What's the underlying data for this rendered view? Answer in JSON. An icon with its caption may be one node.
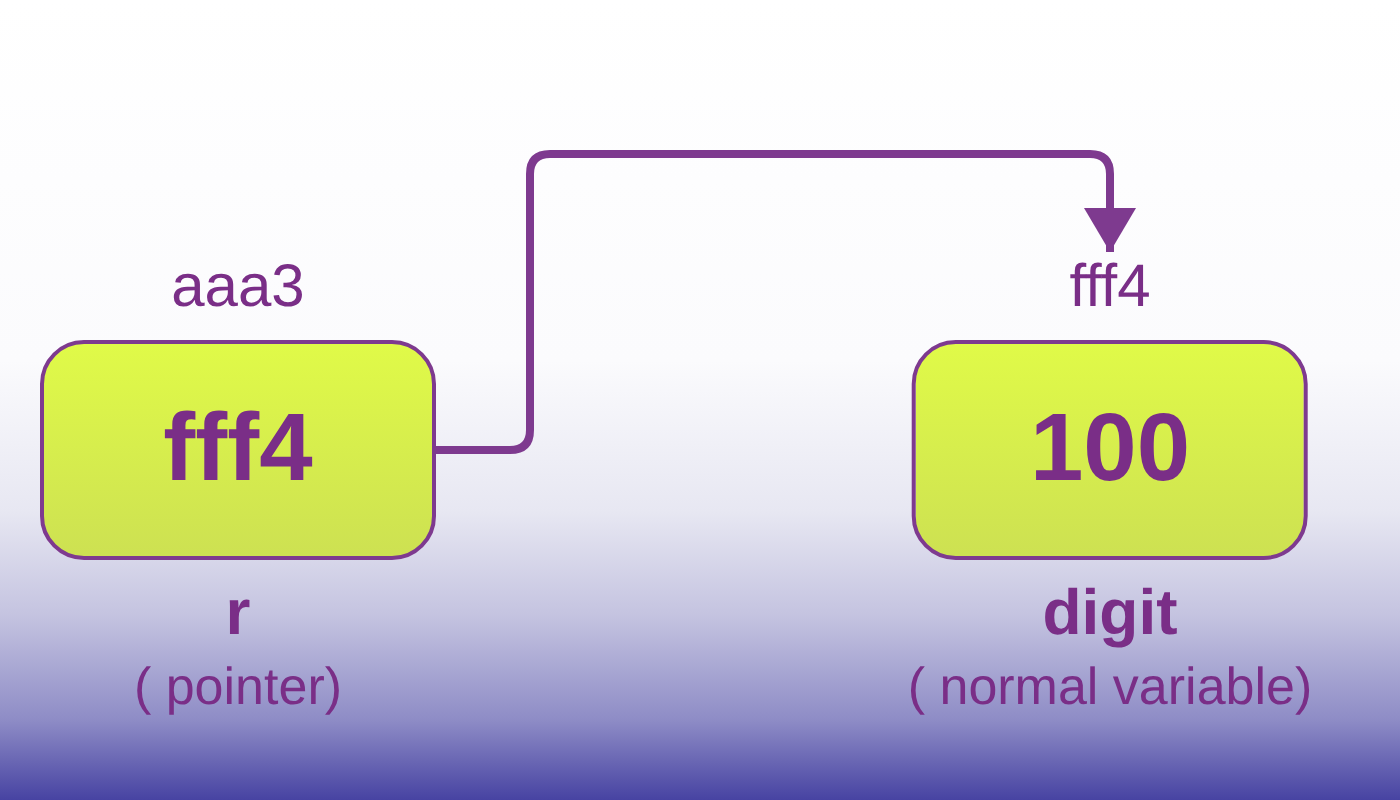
{
  "diagram": {
    "nodes": [
      {
        "text": [
          "aaa3",
          "fff4"
        ],
        "beside": [
          "r",
          "( pointer)"
        ]
      },
      {
        "text": [
          "fff4",
          "100"
        ],
        "beside": [
          "digit",
          "( normal variable)"
        ]
      }
    ],
    "edges": [
      {
        "from": 0,
        "to": 1,
        "arrow": "to"
      }
    ]
  }
}
